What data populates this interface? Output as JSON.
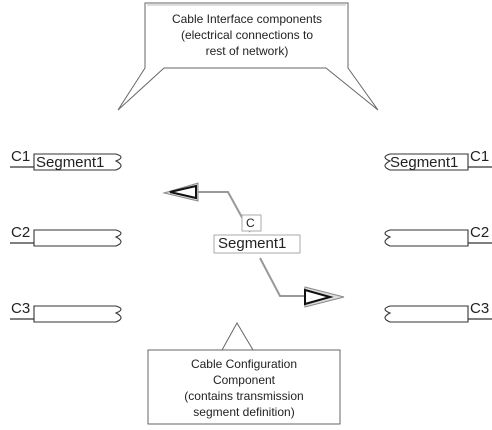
{
  "callout_top": {
    "lines": [
      "Cable Interface components",
      "(electrical connections to",
      "rest of network)"
    ]
  },
  "callout_bottom": {
    "lines": [
      "Cable Configuration",
      "Component",
      "(contains transmission",
      "segment definition)"
    ]
  },
  "left_interfaces": [
    {
      "label": "C1",
      "segment": "Segment1"
    },
    {
      "label": "C2",
      "segment": ""
    },
    {
      "label": "C3",
      "segment": ""
    }
  ],
  "right_interfaces": [
    {
      "label": "C1",
      "segment": "Segment1"
    },
    {
      "label": "C2",
      "segment": ""
    },
    {
      "label": "C3",
      "segment": ""
    }
  ],
  "config_component": {
    "label": "C",
    "segment": "Segment1"
  }
}
